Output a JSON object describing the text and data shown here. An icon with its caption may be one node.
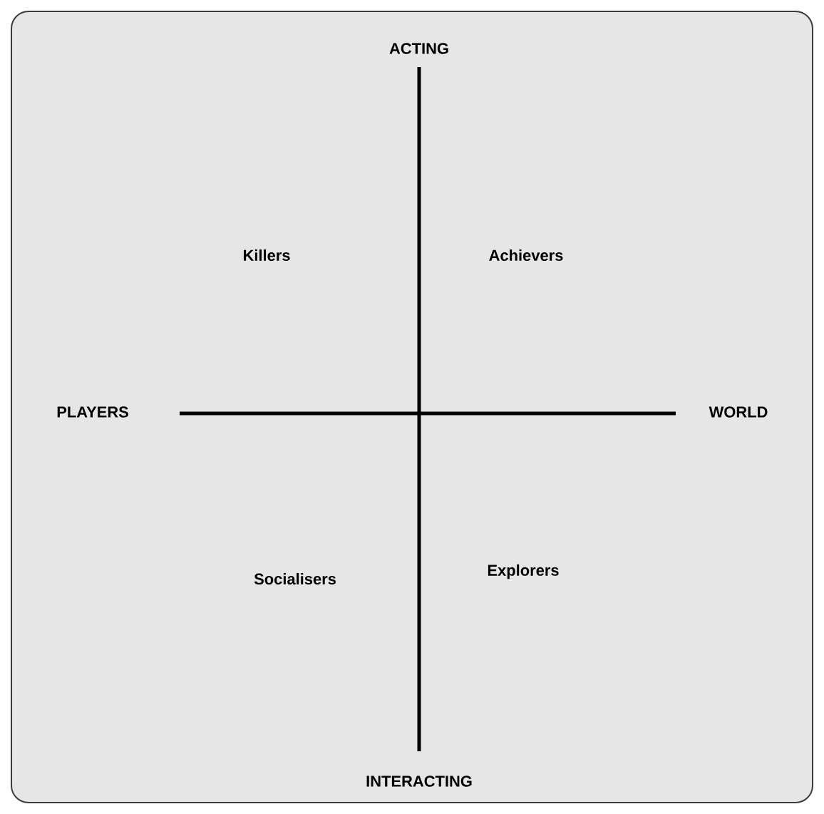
{
  "diagram": {
    "labels": [
      "ACTING",
      "Killers",
      "Achievers",
      "PLAYERS",
      "WORLD",
      "Socialisers",
      "Explorers",
      "INTERACTING"
    ]
  }
}
